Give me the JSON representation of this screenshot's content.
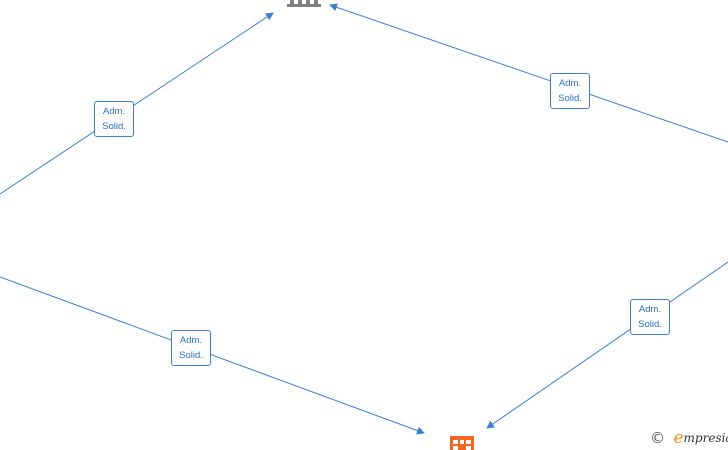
{
  "diagram": {
    "edge_color": "#3f7fd1",
    "edge_labels": [
      {
        "line1": "Adm.",
        "line2": "Solid."
      },
      {
        "line1": "Adm.",
        "line2": "Solid."
      },
      {
        "line1": "Adm.",
        "line2": "Solid."
      },
      {
        "line1": "Adm.",
        "line2": "Solid."
      }
    ],
    "nodes": {
      "top": {
        "icon": "building-icon",
        "color": "#808080"
      },
      "bottom": {
        "icon": "company-icon",
        "color": "#f26522"
      }
    }
  },
  "watermark": {
    "symbol": "©",
    "brand_initial": "e",
    "brand_rest": "mpresia",
    "brand_color": "#f28c1a"
  }
}
